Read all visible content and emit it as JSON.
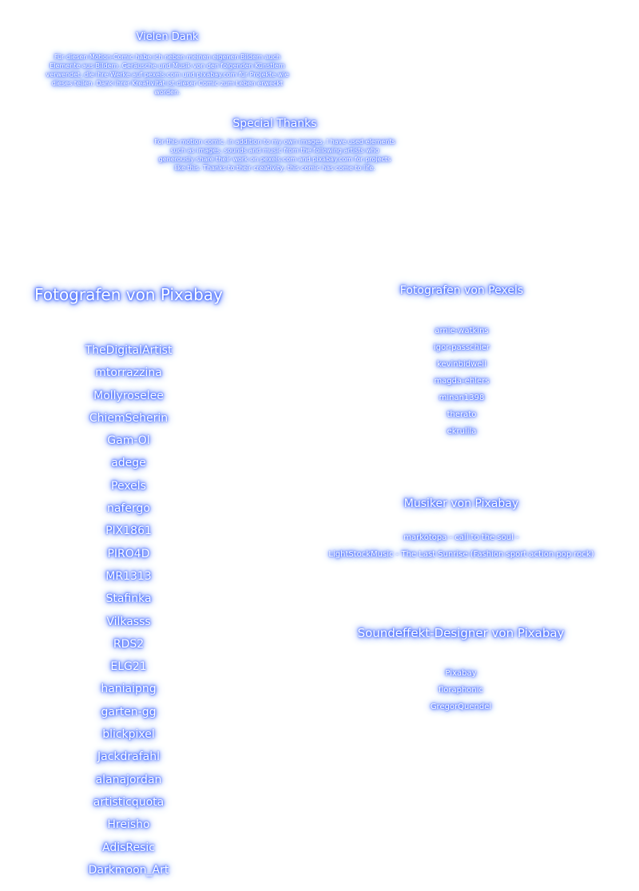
{
  "vielen_dank": {
    "title": "Vielen Dank",
    "text": "Für diesen Motion-Comic habe ich neben meinen eigenen Bildern auch Elemente aus Bildern, Geräusche und Musik von den folgenden Künstlern verwendet, die ihre Werke auf pexels.com und pixabay.com für Projekte wie dieses teilen. Dank ihrer Kreativität ist dieser Comic zum Leben erweckt worden."
  },
  "special_thanks": {
    "title": "Special Thanks",
    "text": "For this motion comic, in addition to my own images, I have used elements such as images, sounds and music from the following artists who generously share their work on pexels.com and pixabay.com for projects like this. Thanks to their creativity, this comic has come to life."
  },
  "pixabay_photographers": {
    "title": "Fotografen von Pixabay",
    "names": [
      "TheDigitalArtist",
      "mtorrazzina",
      "Mollyroselee",
      "ChiemSeherin",
      "Gam-Ol",
      "adege",
      "Pexels",
      "nafergo",
      "PIX1861",
      "PIRO4D",
      "MR1313",
      "Stafinka",
      "Vilkasss",
      "RDS2",
      "ELG21",
      "haniaipng",
      "garten-gg",
      "blickpixel",
      "Jackdrafahl",
      "alanajordan",
      "artisticquota",
      "Hreisho",
      "AdisResic",
      "Darkmoon_Art"
    ]
  },
  "pexels_photographers": {
    "title": "Fotografen von Pexels",
    "names": [
      "arnie-watkins",
      "igor-passchier",
      "kevinbidwell",
      "magda-ehlers",
      "minan1398",
      "therato",
      "ekrulila"
    ]
  },
  "musicians": {
    "title": "Musiker von Pixabay",
    "names": [
      "markotopa - call to the soul -",
      "LightStockMusic - The Last Sunrise (Fashion sport action pop rock)"
    ]
  },
  "sound_designers": {
    "title": "Soundeffekt-Designer von Pixabay",
    "names": [
      "Pixabay",
      "floraphonic",
      "GregorQuendel"
    ]
  },
  "colors": {
    "text": "#ffffff",
    "glow": "#2f58ff",
    "background": "#ffffff"
  }
}
